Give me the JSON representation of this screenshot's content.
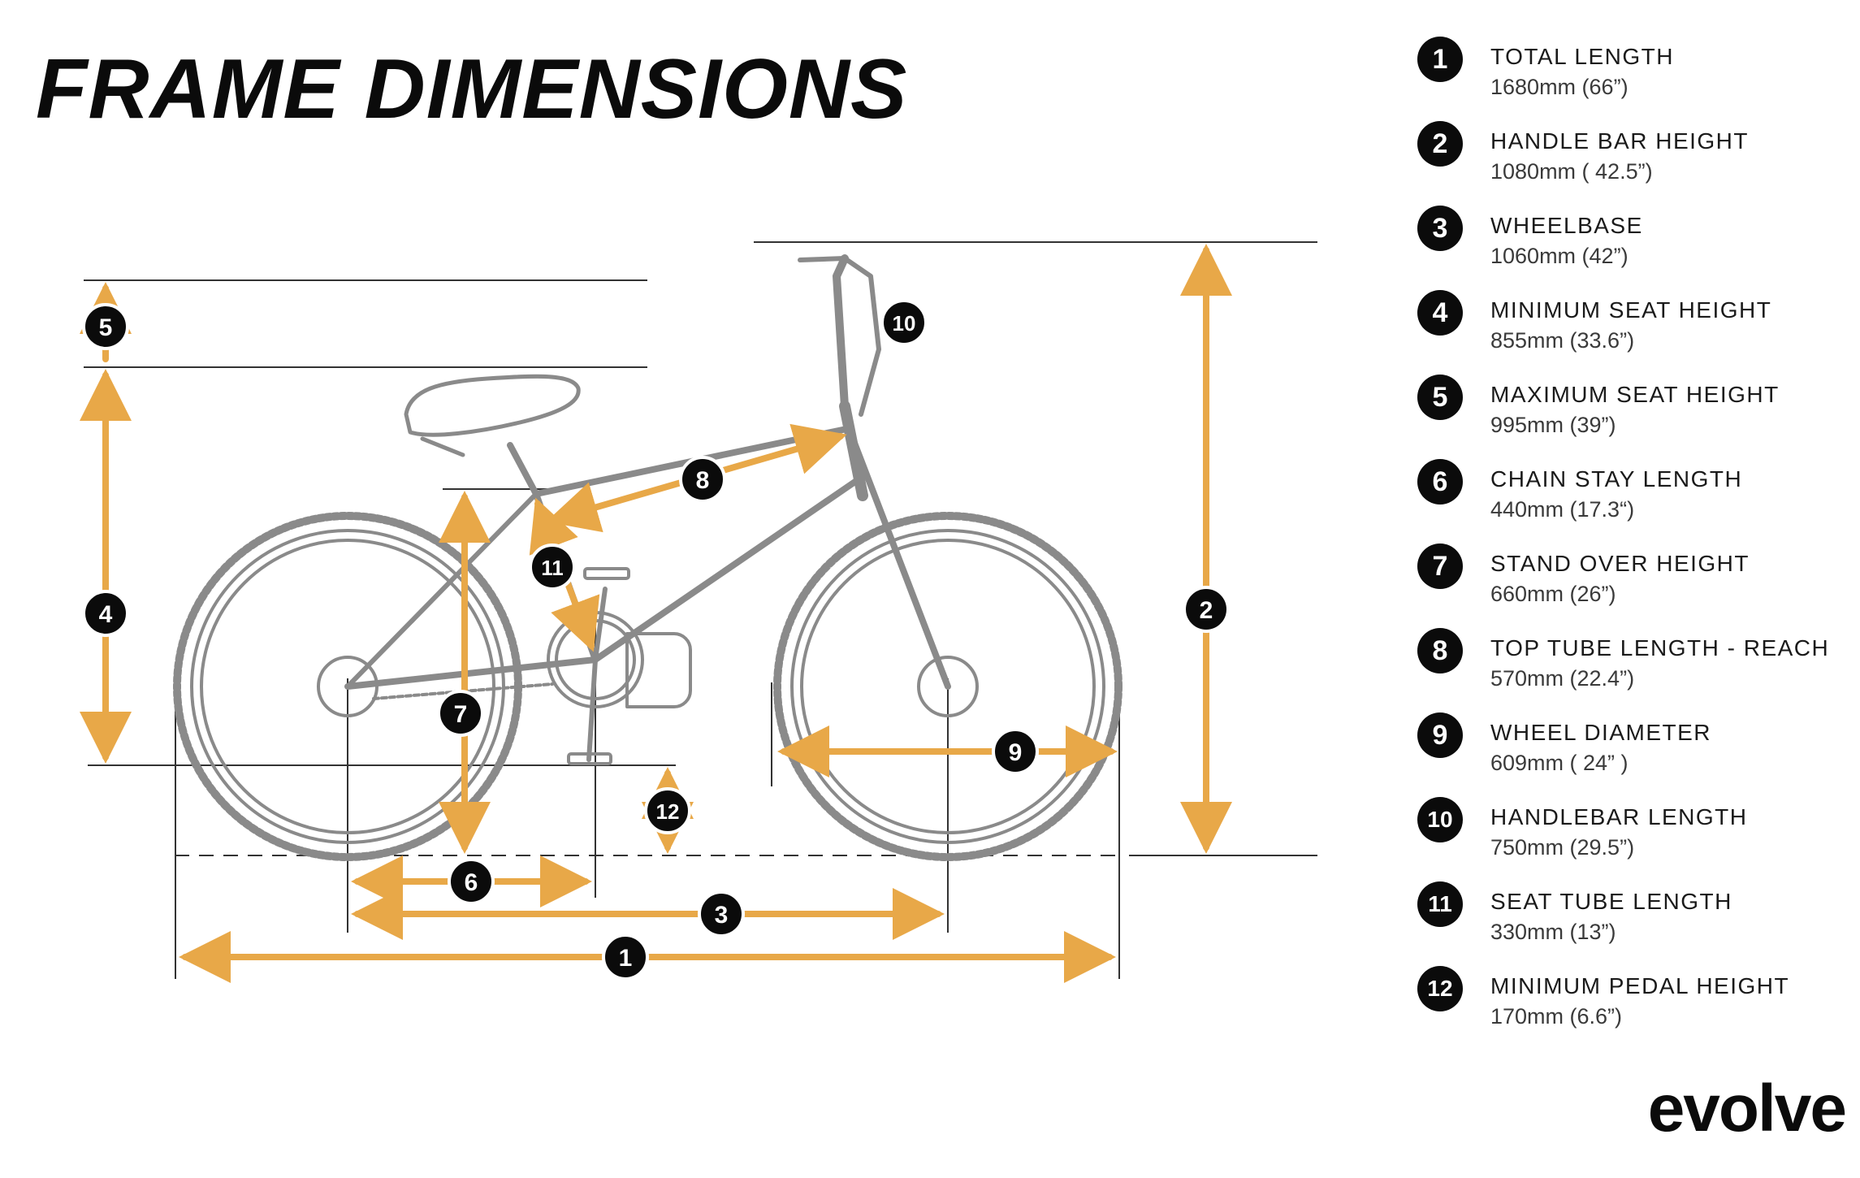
{
  "title": "FRAME DIMENSIONS",
  "brand": "evolve",
  "colors": {
    "accent": "#E8A848",
    "ink": "#0b0b0b",
    "line": "#333333",
    "bike": "#8a8a8a"
  },
  "dimensions": [
    {
      "id": "1",
      "label": "TOTAL LENGTH",
      "value": "1680mm (66”)"
    },
    {
      "id": "2",
      "label": "HANDLE BAR HEIGHT",
      "value": "1080mm ( 42.5”)"
    },
    {
      "id": "3",
      "label": "WHEELBASE",
      "value": "1060mm (42”)"
    },
    {
      "id": "4",
      "label": "MINIMUM SEAT HEIGHT",
      "value": "855mm (33.6”)"
    },
    {
      "id": "5",
      "label": "MAXIMUM SEAT HEIGHT",
      "value": "995mm (39”)"
    },
    {
      "id": "6",
      "label": "CHAIN STAY LENGTH",
      "value": "440mm (17.3“)"
    },
    {
      "id": "7",
      "label": "STAND OVER HEIGHT",
      "value": "660mm (26”)"
    },
    {
      "id": "8",
      "label": "TOP TUBE LENGTH - REACH",
      "value": "570mm (22.4”)"
    },
    {
      "id": "9",
      "label": "WHEEL DIAMETER",
      "value": "609mm ( 24” )"
    },
    {
      "id": "10",
      "label": "HANDLEBAR LENGTH",
      "value": "750mm (29.5”)"
    },
    {
      "id": "11",
      "label": "SEAT TUBE LENGTH",
      "value": "330mm (13”)"
    },
    {
      "id": "12",
      "label": "MINIMUM PEDAL HEIGHT",
      "value": "170mm (6.6”)"
    }
  ]
}
